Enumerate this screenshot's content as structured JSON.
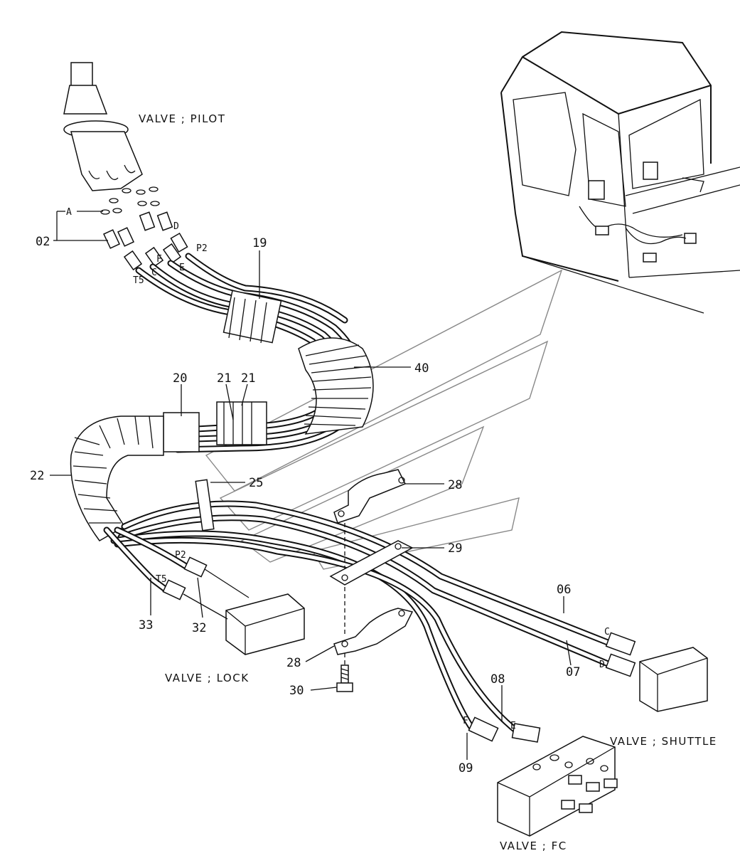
{
  "component_labels": {
    "pilot_valve": "VALVE ; PILOT",
    "lock_valve": "VALVE ; LOCK",
    "shuttle_valve": "VALVE ; SHUTTLE",
    "fc_valve": "VALVE ; FC"
  },
  "part_callouts": {
    "p02": "02",
    "p06": "06",
    "p07": "07",
    "p08": "08",
    "p09": "09",
    "p19": "19",
    "p20": "20",
    "p21a": "21",
    "p21b": "21",
    "p22": "22",
    "p25": "25",
    "p28a": "28",
    "p28b": "28",
    "p29": "29",
    "p30": "30",
    "p32": "32",
    "p33": "33",
    "p40": "40"
  },
  "port_letters": {
    "pilot_a": "A",
    "pilot_d": "D",
    "pilot_p2": "P2",
    "pilot_f": "F",
    "pilot_e": "E",
    "pilot_c": "C",
    "pilot_t5": "T5",
    "lock_p2": "P2",
    "lock_t5": "T5",
    "shuttle_c": "C",
    "shuttle_d": "D",
    "fc_f": "F",
    "fc_e": "E"
  }
}
